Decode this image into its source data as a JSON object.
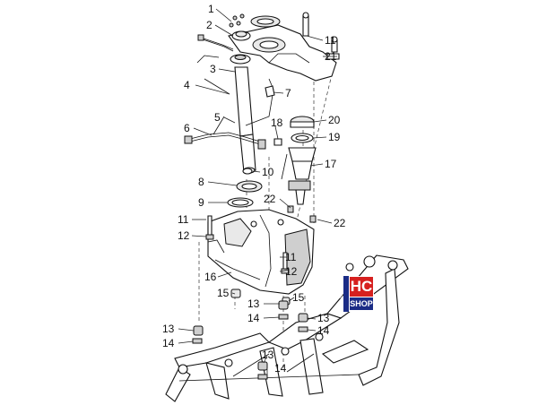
{
  "callouts": [
    {
      "id": "c1",
      "text": "1"
    },
    {
      "id": "c2",
      "text": "2"
    },
    {
      "id": "c3",
      "text": "3"
    },
    {
      "id": "c4",
      "text": "4"
    },
    {
      "id": "c5",
      "text": "5"
    },
    {
      "id": "c6",
      "text": "6"
    },
    {
      "id": "c7",
      "text": "7"
    },
    {
      "id": "c8",
      "text": "8"
    },
    {
      "id": "c9",
      "text": "9"
    },
    {
      "id": "c10",
      "text": "10"
    },
    {
      "id": "c11a",
      "text": "11"
    },
    {
      "id": "c11b",
      "text": "11"
    },
    {
      "id": "c11c",
      "text": "11"
    },
    {
      "id": "c12a",
      "text": "12"
    },
    {
      "id": "c12b",
      "text": "12"
    },
    {
      "id": "c13a",
      "text": "13"
    },
    {
      "id": "c13b",
      "text": "13"
    },
    {
      "id": "c13c",
      "text": "13"
    },
    {
      "id": "c13d",
      "text": "13"
    },
    {
      "id": "c14a",
      "text": "14"
    },
    {
      "id": "c14b",
      "text": "14"
    },
    {
      "id": "c14c",
      "text": "14"
    },
    {
      "id": "c14d",
      "text": "14"
    },
    {
      "id": "c15a",
      "text": "15"
    },
    {
      "id": "c15b",
      "text": "15"
    },
    {
      "id": "c16",
      "text": "16"
    },
    {
      "id": "c17",
      "text": "17"
    },
    {
      "id": "c18",
      "text": "18"
    },
    {
      "id": "c19",
      "text": "19"
    },
    {
      "id": "c20",
      "text": "20"
    },
    {
      "id": "c21",
      "text": "21"
    },
    {
      "id": "c22a",
      "text": "22"
    },
    {
      "id": "c22b",
      "text": "22"
    }
  ],
  "logo": {
    "side_text": "GARAGE 60",
    "top_text": "HC",
    "bottom_text": "SHOP",
    "colors": {
      "red": "#d6201f",
      "blue": "#1b2c86"
    }
  }
}
